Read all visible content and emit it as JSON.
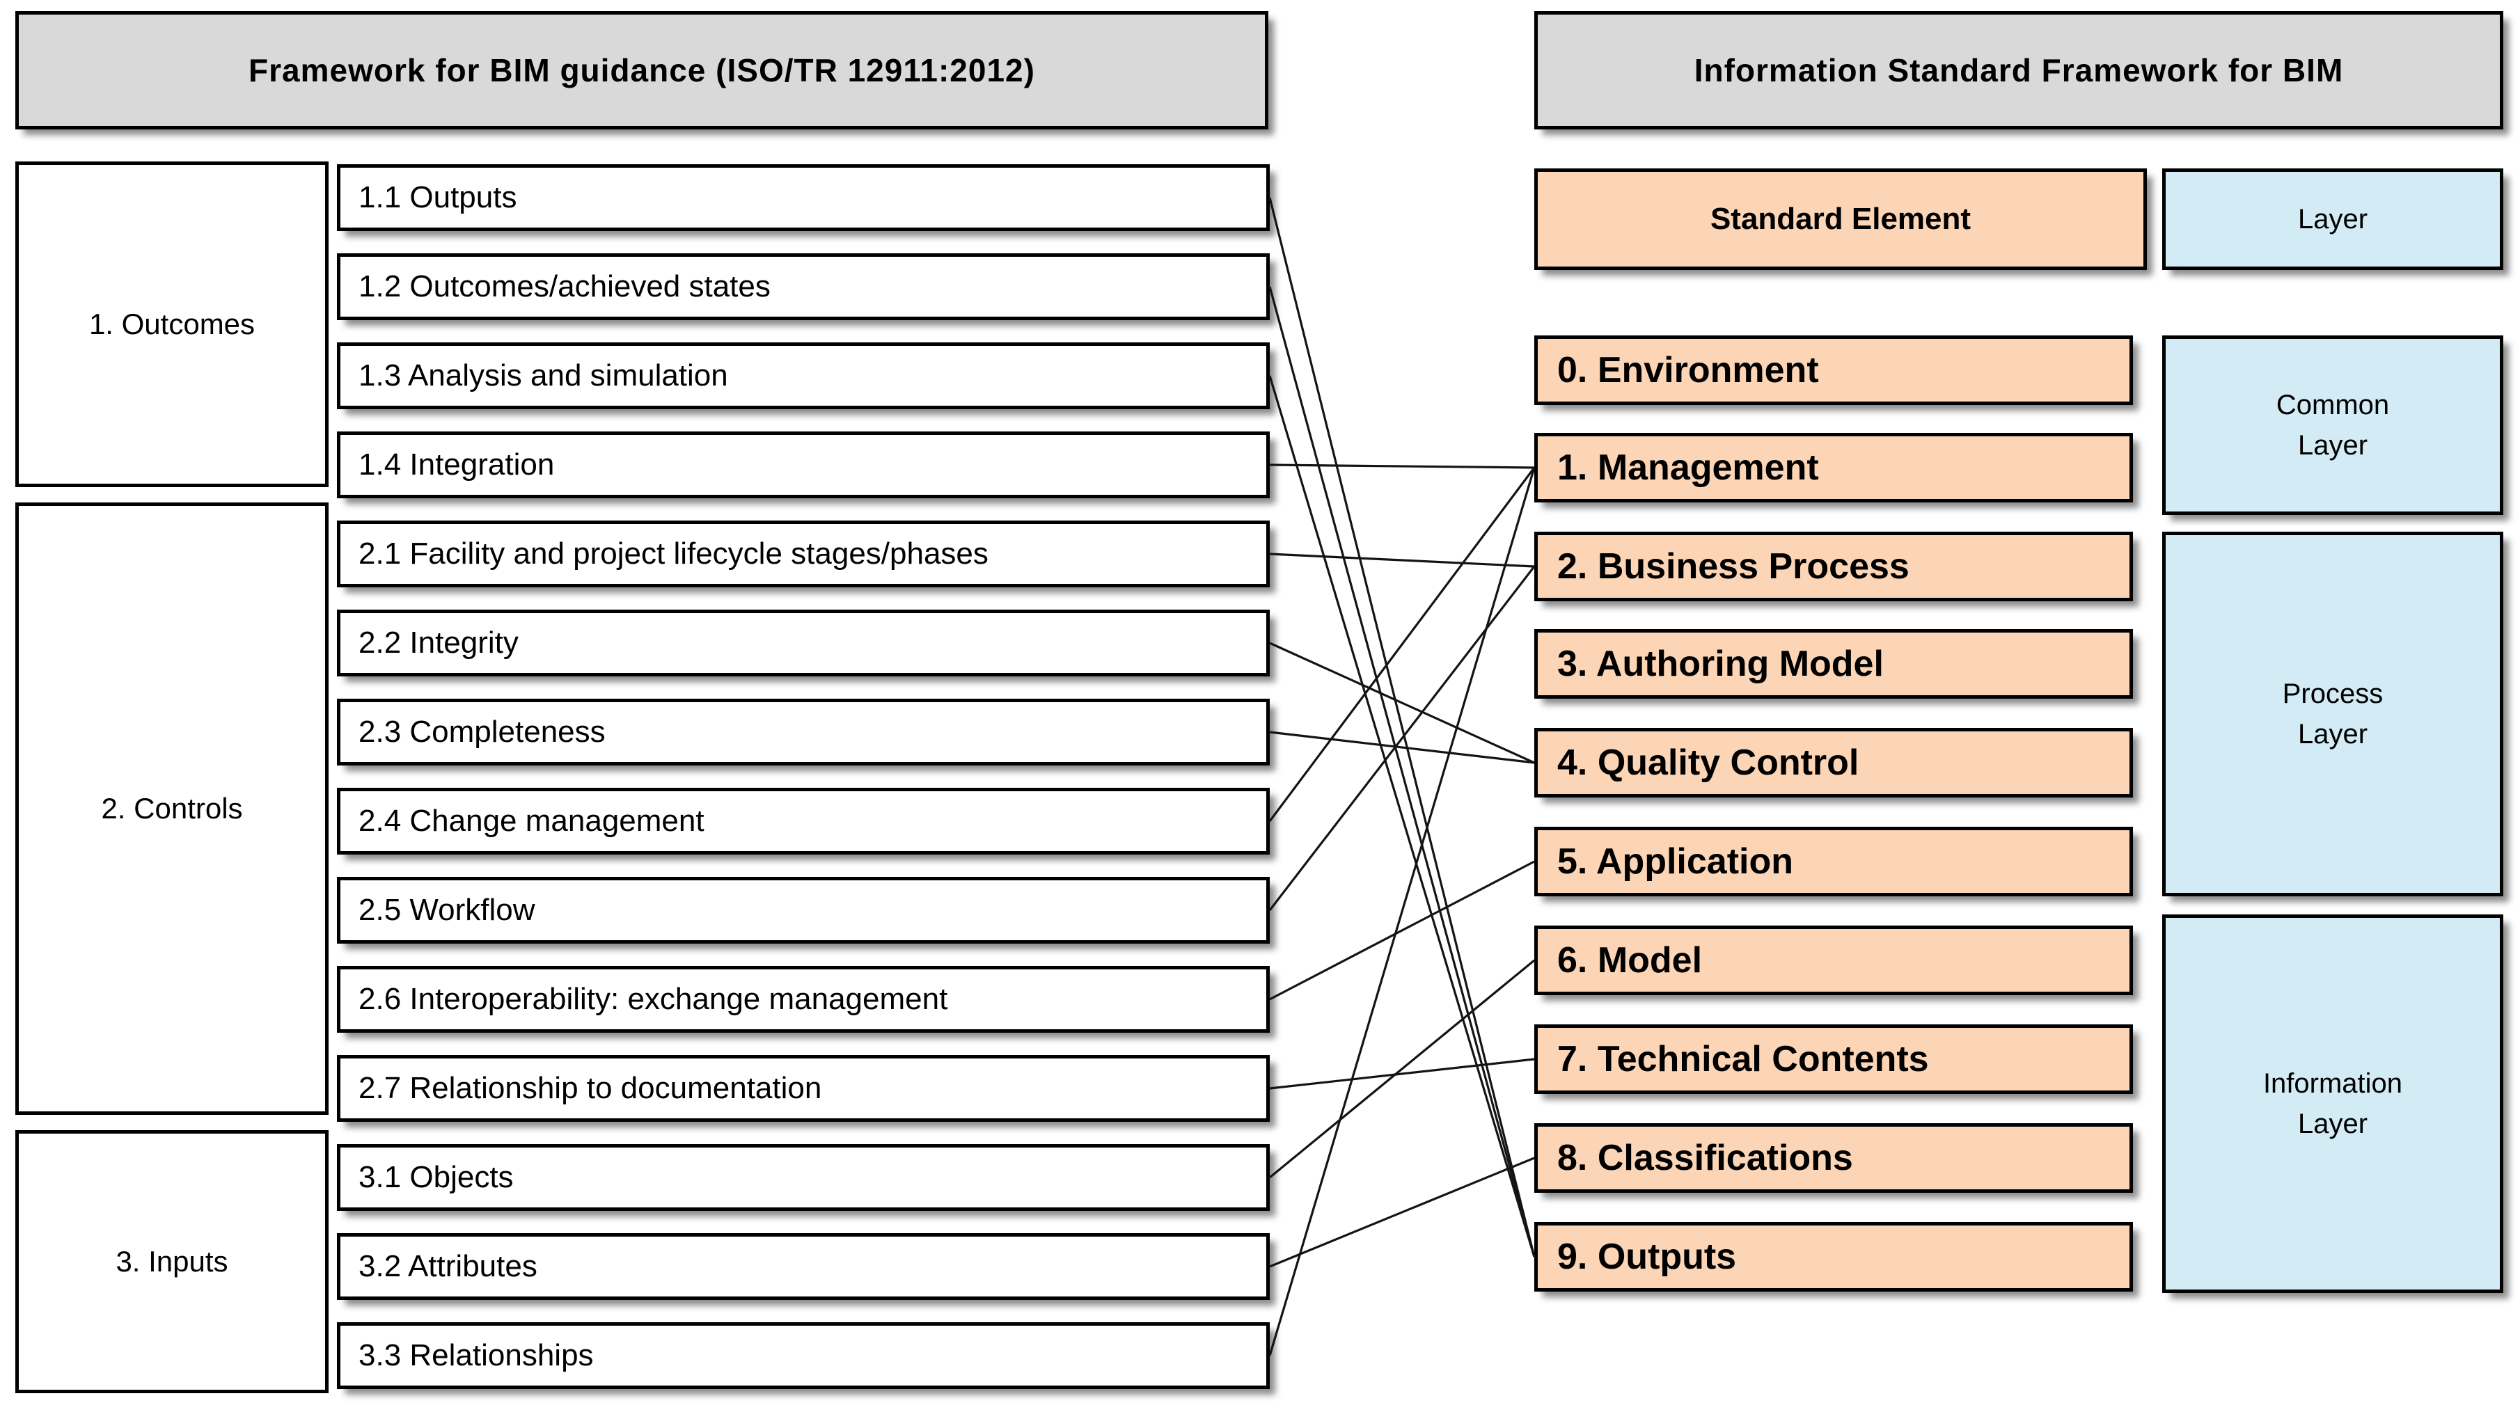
{
  "left_panel": {
    "header": "Framework for BIM guidance (ISO/TR 12911:2012)",
    "groups": [
      {
        "label": "1. Outcomes",
        "items": [
          "1.1 Outputs",
          "1.2 Outcomes/achieved  states",
          "1.3 Analysis  and  simulation",
          "1.4 Integration"
        ]
      },
      {
        "label": "2. Controls",
        "items": [
          "2.1 Facility and project  lifecycle stages/phases",
          "2.2 Integrity",
          "2.3 Completeness",
          "2.4 Change  management",
          "2.5 Workflow",
          "2.6 Interoperability:  exchange  management",
          "2.7 Relationship  to documentation"
        ]
      },
      {
        "label": "3. Inputs",
        "items": [
          "3.1 Objects",
          "3.2 Attributes",
          "3.3 Relationships"
        ]
      }
    ]
  },
  "right_panel": {
    "header": "Information Standard Framework for BIM",
    "legend": {
      "standard_element": "Standard Element",
      "layer": "Layer"
    },
    "standard_elements": [
      "0. Environment",
      "1. Management",
      "2. Business Process",
      "3. Authoring Model",
      "4. Quality Control",
      "5. Application",
      "6. Model",
      "7. Technical Contents",
      "8. Classifications",
      "9. Outputs"
    ],
    "layers": [
      {
        "line1": "Common",
        "line2": "Layer"
      },
      {
        "line1": "Process",
        "line2": "Layer"
      },
      {
        "line1": "Information",
        "line2": "Layer"
      }
    ]
  },
  "colors": {
    "header_fill": "#d9d9d9",
    "standard_element_fill": "#fbd5b5",
    "layer_fill": "#d2ebf4",
    "stroke": "#000000"
  },
  "mappings": [
    {
      "from": "1.1 Outputs",
      "to": "9. Outputs"
    },
    {
      "from": "1.2 Outcomes/achieved  states",
      "to": "9. Outputs"
    },
    {
      "from": "1.3 Analysis  and  simulation",
      "to": "9. Outputs"
    },
    {
      "from": "1.4 Integration",
      "to": "1. Management"
    },
    {
      "from": "2.1 Facility and project  lifecycle stages/phases",
      "to": "2. Business Process"
    },
    {
      "from": "2.2 Integrity",
      "to": "4. Quality Control"
    },
    {
      "from": "2.3 Completeness",
      "to": "4. Quality Control"
    },
    {
      "from": "2.4 Change  management",
      "to": "1. Management"
    },
    {
      "from": "2.5 Workflow",
      "to": "2. Business Process"
    },
    {
      "from": "2.6 Interoperability:  exchange  management",
      "to": "5. Application"
    },
    {
      "from": "2.7 Relationship  to documentation",
      "to": "7. Technical Contents"
    },
    {
      "from": "3.1 Objects",
      "to": "6. Model"
    },
    {
      "from": "3.2 Attributes",
      "to": "8. Classifications"
    },
    {
      "from": "3.3 Relationships",
      "to": "1. Management"
    }
  ]
}
